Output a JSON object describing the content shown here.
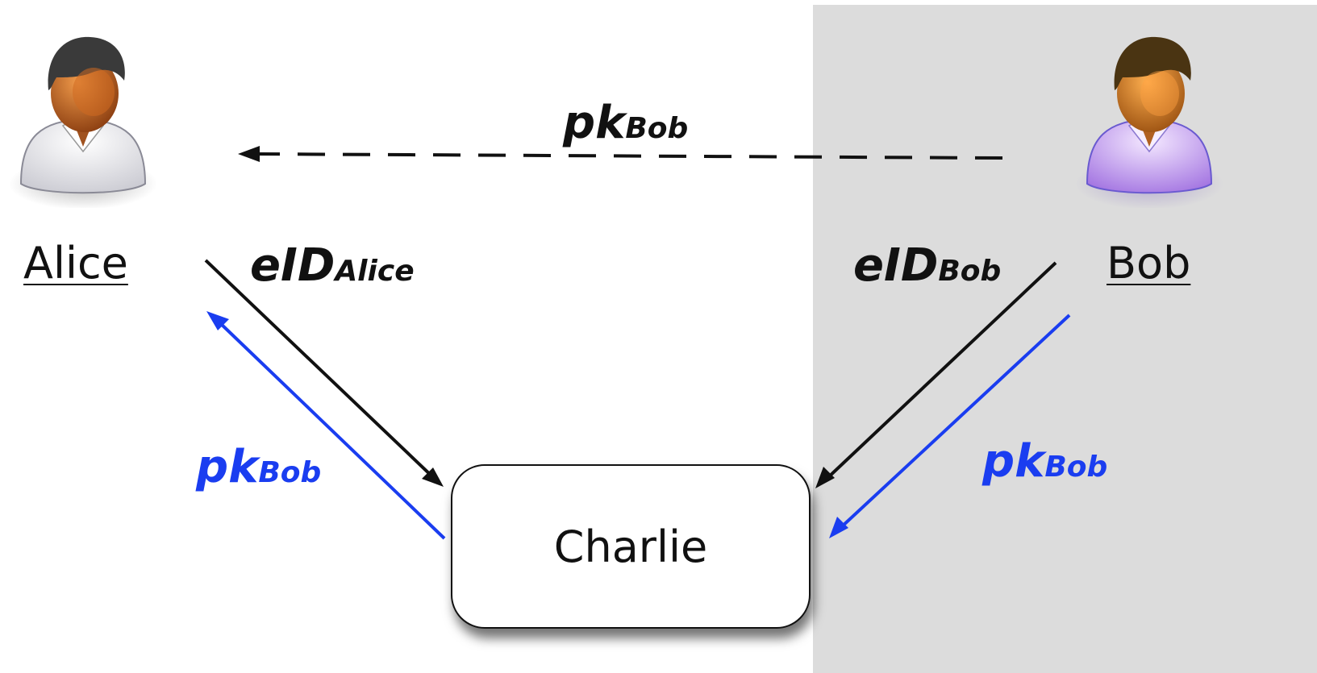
{
  "parties": {
    "alice": {
      "name": "Alice"
    },
    "bob": {
      "name": "Bob"
    },
    "charlie": {
      "name": "Charlie"
    }
  },
  "messages": {
    "top": {
      "base": "pk",
      "sub": "Bob",
      "color": "#111111"
    },
    "alice_to_charlie": {
      "base": "eID",
      "sub": "Alice",
      "color": "#111111"
    },
    "charlie_to_alice": {
      "base": "pk",
      "sub": "Bob",
      "color": "#1a3df0"
    },
    "bob_to_charlie": {
      "base": "eID",
      "sub": "Bob",
      "color": "#111111"
    },
    "bob_to_charlie_pk": {
      "base": "pk",
      "sub": "Bob",
      "color": "#1a3df0"
    }
  },
  "colors": {
    "bob_zone": "#dcdcdc",
    "arrow_black": "#111111",
    "arrow_blue": "#1a3df0"
  },
  "icons": {
    "alice": "person-icon",
    "bob": "person-icon"
  }
}
